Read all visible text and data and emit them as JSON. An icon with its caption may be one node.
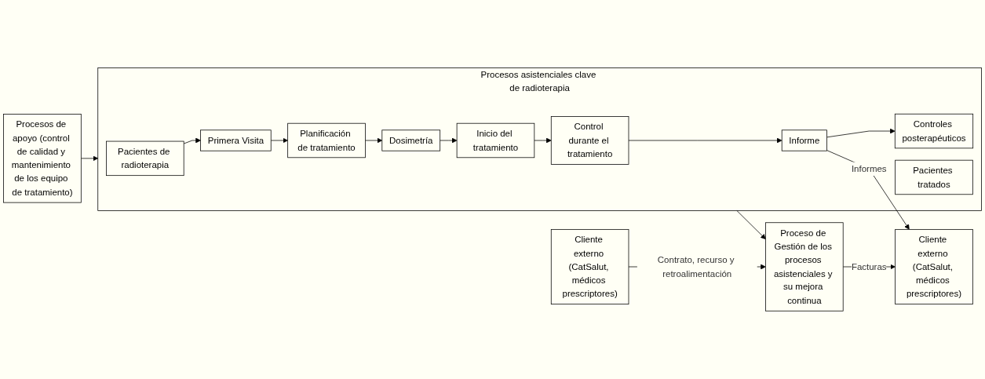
{
  "diagram": {
    "nodes": [
      {
        "text": [
          "Cliente externo (CatSalut, médicos prescriptores)"
        ]
      },
      {
        "text": [
          "Proceso de Gestión de los procesos asistenciales y su mejora continua"
        ]
      },
      {
        "text": [
          "Procesos asistenciales clave de radioterapia"
        ]
      },
      {
        "text": [
          "Pacientes de radioterapia"
        ],
        "in": 2
      },
      {
        "text": [
          "Primera Visita"
        ],
        "in": 2
      },
      {
        "text": [
          "Planificación de tratamiento"
        ],
        "in": 2
      },
      {
        "text": [
          "Dosimetría"
        ],
        "in": 2
      },
      {
        "text": [
          "Inicio del tratamiento"
        ],
        "in": 2
      },
      {
        "text": [
          "Control durante el tratamiento"
        ],
        "in": 2
      },
      {
        "text": [
          "Informe"
        ],
        "in": 2
      },
      {
        "text": [
          "Controles posterapéuticos"
        ],
        "in": 2
      },
      {
        "text": [
          "Pacientes tratados"
        ],
        "in": 2
      },
      {
        "text": [
          "Procesos de apoyo (control de calidad y mantenimiento de los equipo de tratamiento)"
        ]
      },
      {
        "text": [
          "Cliente externo (CatSalut, médicos prescriptores)"
        ]
      }
    ],
    "edges": [
      {
        "from": 0,
        "to": 1,
        "arrow": "to",
        "label": "Contrato, recurso y retroalimentación"
      },
      {
        "from": 1,
        "to": 13,
        "arrow": "to",
        "label": "Facturas"
      },
      {
        "from": 2,
        "to": 1,
        "arrow": "to"
      },
      {
        "from": 12,
        "to": 2,
        "arrow": "to"
      },
      {
        "from": 3,
        "to": 4,
        "arrow": "to"
      },
      {
        "from": 4,
        "to": 5,
        "arrow": "to"
      },
      {
        "from": 5,
        "to": 6,
        "arrow": "to"
      },
      {
        "from": 6,
        "to": 7,
        "arrow": "to"
      },
      {
        "from": 7,
        "to": 8,
        "arrow": "to"
      },
      {
        "from": 8,
        "to": 9,
        "arrow": "to"
      },
      {
        "from": 9,
        "to": 10,
        "arrow": "to"
      },
      {
        "from": 9,
        "to": 13,
        "arrow": "to",
        "label": "Informes"
      }
    ]
  }
}
